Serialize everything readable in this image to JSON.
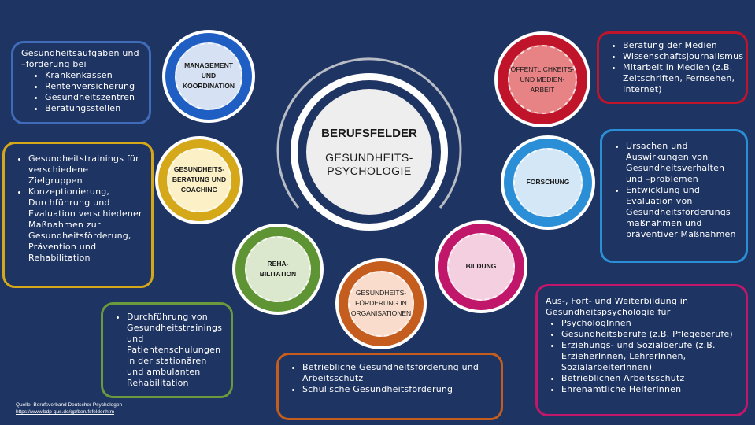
{
  "center": {
    "title": "BERUFSFELDER",
    "subtitle": "GESUNDHEITS-\nPSYCHOLOGIE"
  },
  "circles": [
    {
      "label": "MANAGEMENT\nUND\nKOORDINATION",
      "color": "#1f5fc4"
    },
    {
      "label": "GESUNDHEITS-\nBERATUNG UND\nCOACHING",
      "color": "#d4a819"
    },
    {
      "label": "REHA-\nBILITATION",
      "color": "#5f9434"
    },
    {
      "label": "GESUNDHEITS-\nFÖRDERUNG IN\nORGANISATIONEN",
      "color": "#c45d1d"
    },
    {
      "label": "BILDUNG",
      "color": "#c0176a"
    },
    {
      "label": "FORSCHUNG",
      "color": "#2a8fd6"
    },
    {
      "label": "ÖFFENTLICHKEITS-\nUND MEDIEN-\nARBEIT",
      "color": "#c0142b"
    }
  ],
  "boxes": {
    "management": {
      "head": "Gesundheitsaufgaben und –förderung bei",
      "items": [
        "Krankenkassen",
        "Rentenversicherung",
        "Gesundheitszentren",
        "Beratungsstellen"
      ]
    },
    "beratung": {
      "items": [
        "Gesundheitstrainings für verschiedene Zielgruppen",
        "Konzeptionierung, Durchführung und Evaluation verschiedener Maßnahmen zur Gesundheitsförderung, Prävention und Rehabilitation"
      ]
    },
    "reha": {
      "items": [
        "Durchführung von Gesundheitstrainings und Patientenschulungen in der stationären und ambulanten Rehabilitation"
      ]
    },
    "organisation": {
      "items": [
        "Betriebliche Gesundheitsförderung und Arbeitsschutz",
        "Schulische Gesundheitsförderung"
      ]
    },
    "bildung": {
      "head": "Aus-, Fort- und Weiterbildung in Gesundheitspsychologie für",
      "items": [
        "PsychologInnen",
        "Gesundheitsberufe (z.B. Pflegeberufe)",
        "Erziehungs- und Sozialberufe (z.B. ErzieherInnen, LehrerInnen, SozialarbeiterInnen)",
        "Betrieblichen Arbeitsschutz",
        "Ehrenamtliche HelferInnen"
      ]
    },
    "forschung": {
      "items": [
        "Ursachen und Auswirkungen von Gesundheitsverhalten und –problemen",
        "Entwicklung und Evaluation von Gesundheitsförderungs maßnahmen und präventiver Maßnahmen"
      ]
    },
    "medien": {
      "items": [
        "Beratung der Medien",
        "Wissenschaftsjournalismus",
        "Mitarbeit in Medien (z.B. Zeitschriften, Fernsehen, Internet)"
      ]
    }
  },
  "source": {
    "line": "Quelle: Berufsverband Deutscher Psychologen",
    "url": "https://www.bdp-gus.de/gp/berufsfelder.htm"
  }
}
